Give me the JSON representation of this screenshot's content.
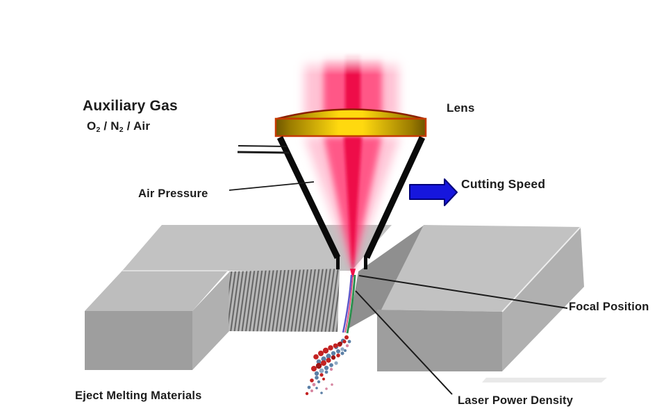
{
  "diagram": {
    "labels": {
      "auxiliary_gas_title": "Auxiliary Gas",
      "gas_o": "O",
      "gas_o_sub": "2",
      "gas_sep": " / N",
      "gas_n_sub": "2",
      "gas_air": " / Air",
      "lens": "Lens",
      "air_pressure": "Air Pressure",
      "cutting_speed": "Cutting Speed",
      "focal_position": "Focal Position",
      "laser_power_density": "Laser Power Density",
      "eject_melting_materials": "Eject Melting Materials"
    },
    "colors": {
      "beam_core": "#ee0f4a",
      "beam_mid": "#ff3d74",
      "beam_glow": "#ff8fb0",
      "lens_gold": "#ffd90f",
      "lens_gold_mid": "#9c7d00",
      "lens_gold_dark": "#6e5600",
      "lens_outline": "#c63a00",
      "lens_dome_outline": "#8b2000",
      "arrow_blue": "#1616dd",
      "arrow_outline": "#00007a",
      "metal_top": "#c2c2c2",
      "metal_top_front": "#bdbdbd",
      "metal_front": "#9e9e9e",
      "metal_side": "#b0b0b0",
      "metal_cut_dark": "#8f8f8f",
      "striation_bg": "#b8b8b8",
      "striation_line": "#5f5f5f",
      "kerf_green": "#2f8f4f",
      "kerf_purple": "#5d55c8",
      "kerf_red": "#d83a6a",
      "spark_red": "#c32222",
      "spark_blue": "#5b7fa6",
      "line_black": "#1a1a1a",
      "nozzle_black": "#0a0a0a"
    }
  }
}
